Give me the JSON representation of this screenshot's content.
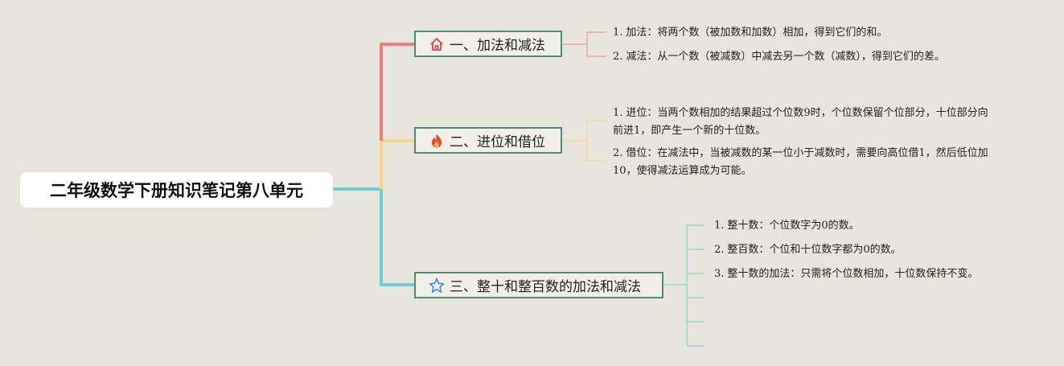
{
  "root": {
    "title": "二年级数学下册知识笔记第八单元"
  },
  "colors": {
    "branch1": "#ef7b7f",
    "branch2": "#f6d68b",
    "branch3": "#6fcbd4",
    "box_border": "#4f8a7f"
  },
  "branches": [
    {
      "label": "一、加法和减法",
      "icon": "house-icon",
      "notes": [
        {
          "num": "1.",
          "text": "加法：将两个数（被加数和加数）相加，得到它们的和。"
        },
        {
          "num": "2.",
          "text": "减法：从一个数（被减数）中减去另一个数（减数），得到它们的差。"
        }
      ]
    },
    {
      "label": "二、进位和借位",
      "icon": "fire-icon",
      "notes": [
        {
          "num": "1.",
          "line1": "进位：当两个数相加的结果超过个位数9时，个位数保留个位部分，十位部分向",
          "line2": "前进1，即产生一个新的十位数。"
        },
        {
          "num": "2.",
          "line1": "借位：在减法中，当被减数的某一位小于减数时，需要向高位借1，然后低位加",
          "line2": "10，使得减法运算成为可能。"
        }
      ]
    },
    {
      "label": "三、整十和整百数的加法和减法",
      "icon": "star-icon",
      "notes": [
        {
          "num": "1.",
          "text": "整十数：个位数字为0的数。"
        },
        {
          "num": "2.",
          "text": "整百数：个位和十位数字都为0的数。"
        },
        {
          "num": "3.",
          "text": "整十数的加法：只需将个位数相加，十位数保持不变。"
        }
      ]
    }
  ]
}
